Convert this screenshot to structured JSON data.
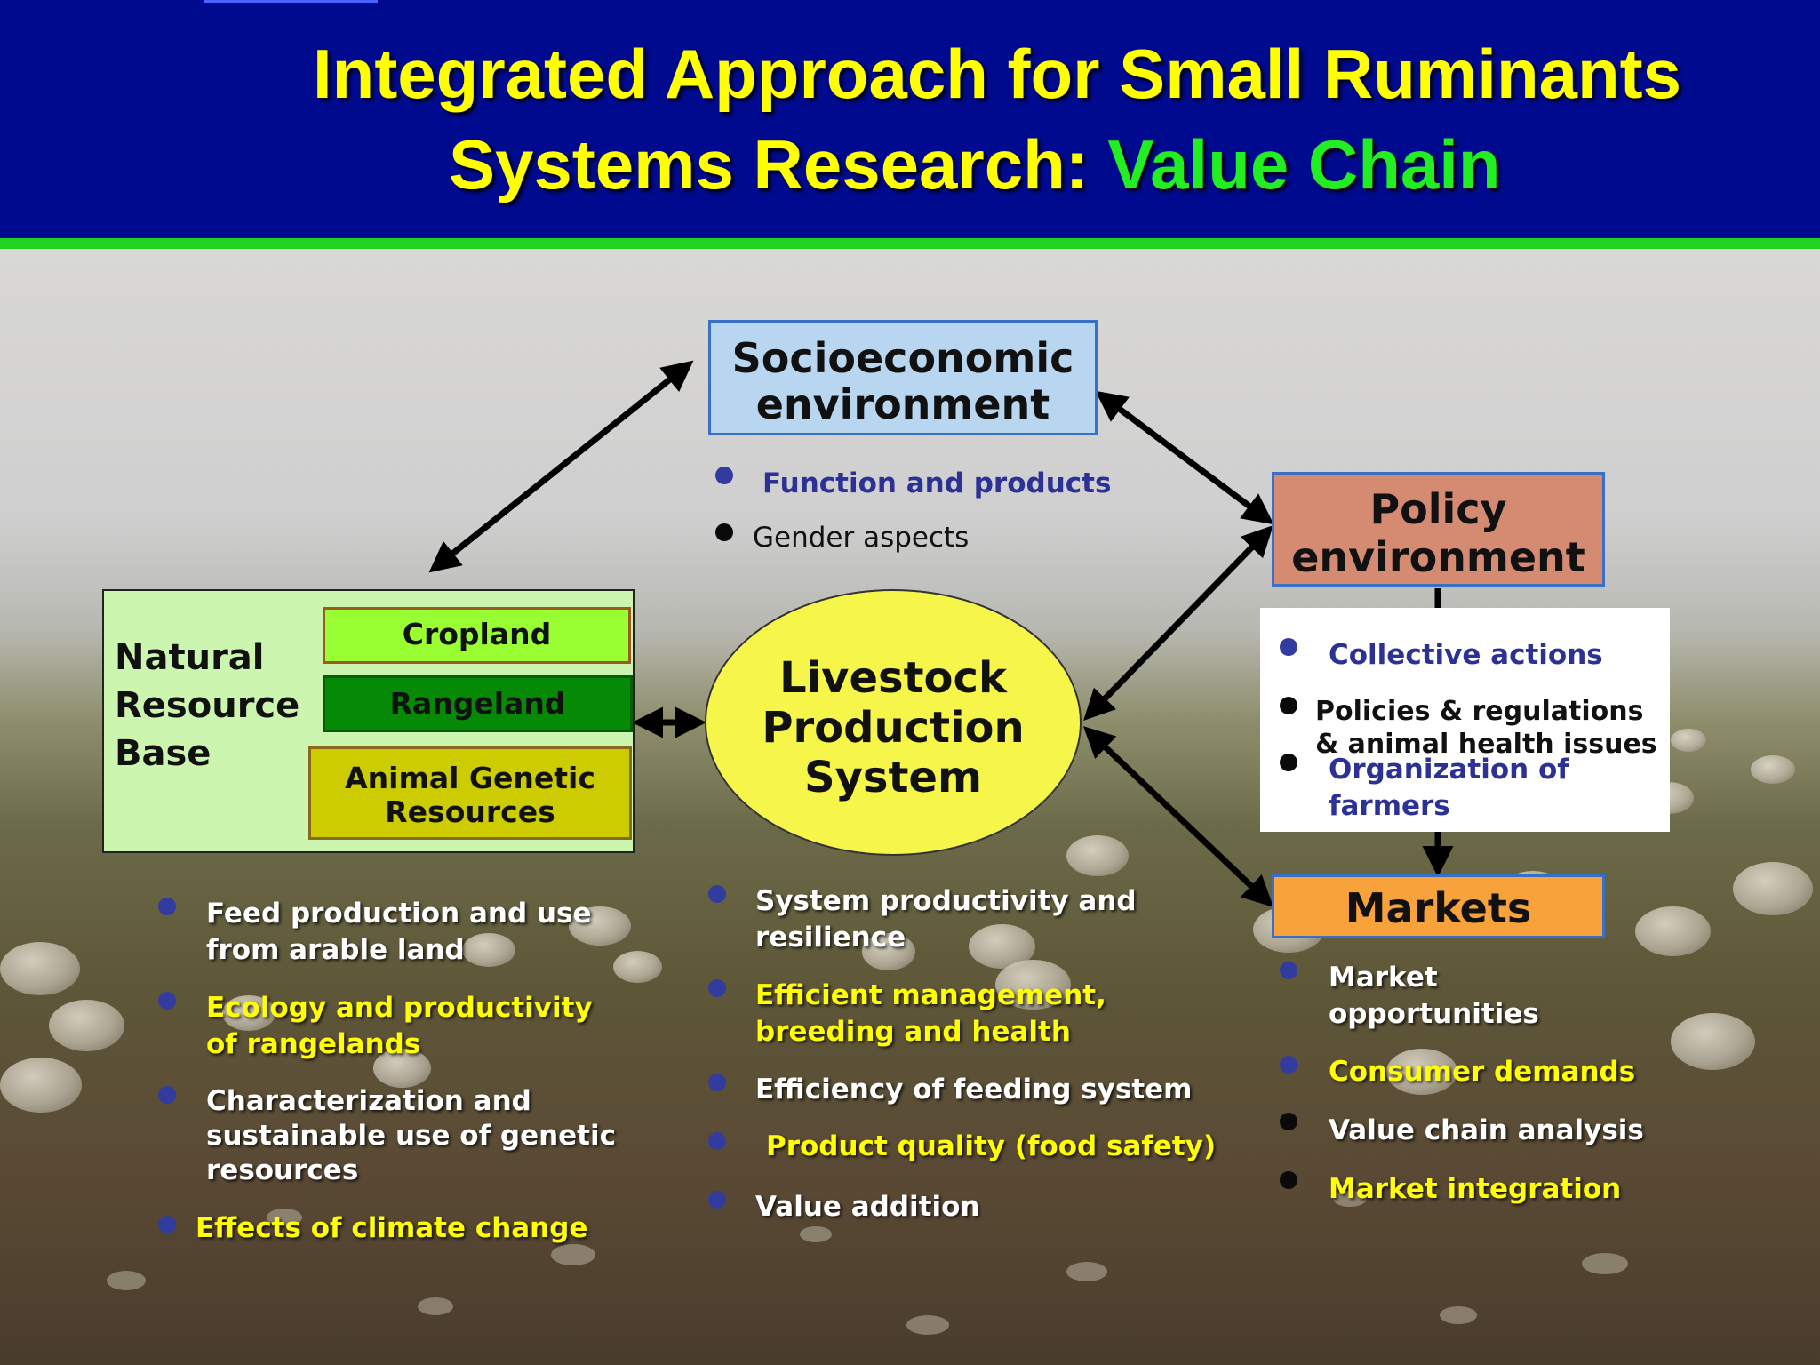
{
  "title": {
    "line1": "Integrated Approach for Small Ruminants",
    "line2_prefix": "Systems Research: ",
    "line2_highlight": "Value Chain"
  },
  "nodes": {
    "socioeconomic": {
      "label": "Socioeconomic environment",
      "bullets": [
        {
          "text": "Function and products",
          "color": "navy",
          "dot": "blue"
        },
        {
          "text": "Gender aspects",
          "color": "black",
          "dot": "black"
        }
      ]
    },
    "policy": {
      "label": "Policy environment",
      "bullets": [
        {
          "text": "Collective actions",
          "color": "navy",
          "dot": "blue"
        },
        {
          "text": "Policies & regulations & animal health issues",
          "color": "black",
          "dot": "black"
        },
        {
          "text": "Organization of farmers",
          "color": "navy",
          "dot": "black"
        }
      ]
    },
    "markets": {
      "label": "Markets",
      "bullets": [
        {
          "text": "Market opportunities",
          "color": "white",
          "dot": "blue"
        },
        {
          "text": "Consumer demands",
          "color": "yellow",
          "dot": "blue"
        },
        {
          "text": "Value chain analysis",
          "color": "white",
          "dot": "black"
        },
        {
          "text": "Market integration",
          "color": "yellow",
          "dot": "black"
        }
      ]
    },
    "natural_resource_base": {
      "label": "Natural Resource Base",
      "components": [
        "Cropland",
        "Rangeland",
        "Animal Genetic Resources"
      ],
      "bullets": [
        {
          "text": "Feed production and use from arable land",
          "color": "white",
          "dot": "blue"
        },
        {
          "text": "Ecology and productivity of rangelands",
          "color": "yellow",
          "dot": "blue"
        },
        {
          "text": "Characterization and sustainable use of genetic resources",
          "color": "white",
          "dot": "blue"
        },
        {
          "text": "Effects of climate change",
          "color": "yellow",
          "dot": "blue"
        }
      ]
    },
    "livestock_production_system": {
      "label": "Livestock Production System",
      "bullets": [
        {
          "text": "System productivity and resilience",
          "color": "white",
          "dot": "blue"
        },
        {
          "text": "Efficient management, breeding and health",
          "color": "yellow",
          "dot": "blue"
        },
        {
          "text": "Efficiency of feeding system",
          "color": "white",
          "dot": "blue"
        },
        {
          "text": "Product quality (food safety)",
          "color": "yellow",
          "dot": "blue"
        },
        {
          "text": "Value addition",
          "color": "white",
          "dot": "blue"
        }
      ]
    }
  },
  "connections": [
    {
      "from": "socioeconomic",
      "to": "natural_resource_base",
      "type": "bidirectional"
    },
    {
      "from": "socioeconomic",
      "to": "policy",
      "type": "bidirectional"
    },
    {
      "from": "natural_resource_base",
      "to": "livestock_production_system",
      "type": "bidirectional"
    },
    {
      "from": "livestock_production_system",
      "to": "policy",
      "type": "bidirectional"
    },
    {
      "from": "livestock_production_system",
      "to": "markets",
      "type": "bidirectional"
    },
    {
      "from": "policy",
      "to": "markets",
      "type": "directed"
    }
  ],
  "colors": {
    "header_bg": "#000a8f",
    "title_yellow": "#ffff00",
    "title_green": "#22ee22",
    "stripe_green": "#22d422",
    "socio_fill": "#b8d6ef",
    "policy_fill": "#d58a72",
    "markets_fill": "#f7a23a",
    "nrb_fill": "#ccf5b0",
    "cropland_fill": "#99ff33",
    "rangeland_fill": "#068a06",
    "agr_fill": "#cccc00",
    "lps_fill": "#f6f64a",
    "bullet_blue": "#323b9e"
  }
}
